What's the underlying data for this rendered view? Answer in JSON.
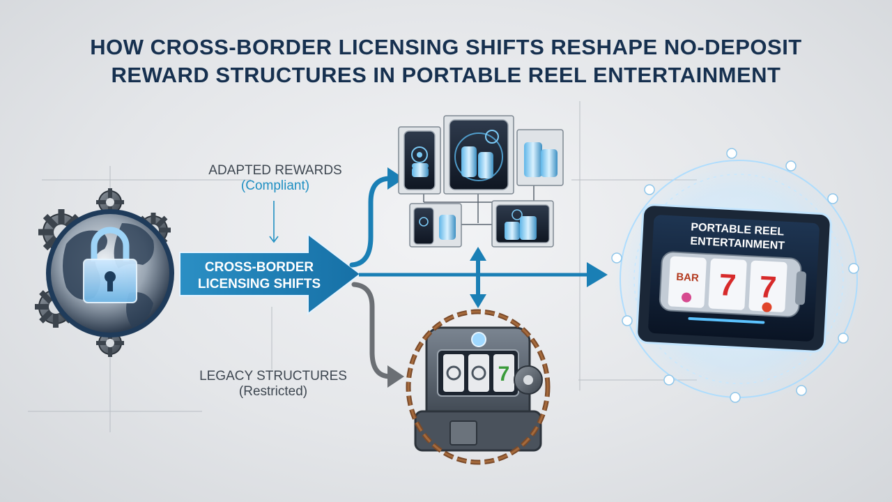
{
  "title": {
    "line1": "HOW CROSS-BORDER LICENSING SHIFTS RESHAPE NO-DEPOSIT",
    "line2": "REWARD STRUCTURES IN PORTABLE REEL ENTERTAINMENT"
  },
  "nodes": {
    "adapted": {
      "label": "ADAPTED REWARDS",
      "sub": "(Compliant)"
    },
    "shift": {
      "line1": "CROSS-BORDER",
      "line2": "LICENSING SHIFTS"
    },
    "legacy": {
      "label": "LEGACY STRUCTURES",
      "sub": "(Restricted)"
    },
    "portable": {
      "line1": "PORTABLE REEL",
      "line2": "ENTERTAINMENT"
    }
  },
  "machine": {
    "bar_label": "BAR",
    "seven": "7"
  },
  "colors": {
    "title": "#16304f",
    "accent": "#1f8fc2",
    "arrow_main": "#1a7fb5",
    "restricted": "#6b6f74",
    "glow": "#8fd3ff"
  },
  "icons": [
    "gear-icon",
    "globe-icon",
    "padlock-icon",
    "smartphone-icon",
    "tablet-icon",
    "coin-stack-icon",
    "chain-icon",
    "slot-machine-icon"
  ]
}
